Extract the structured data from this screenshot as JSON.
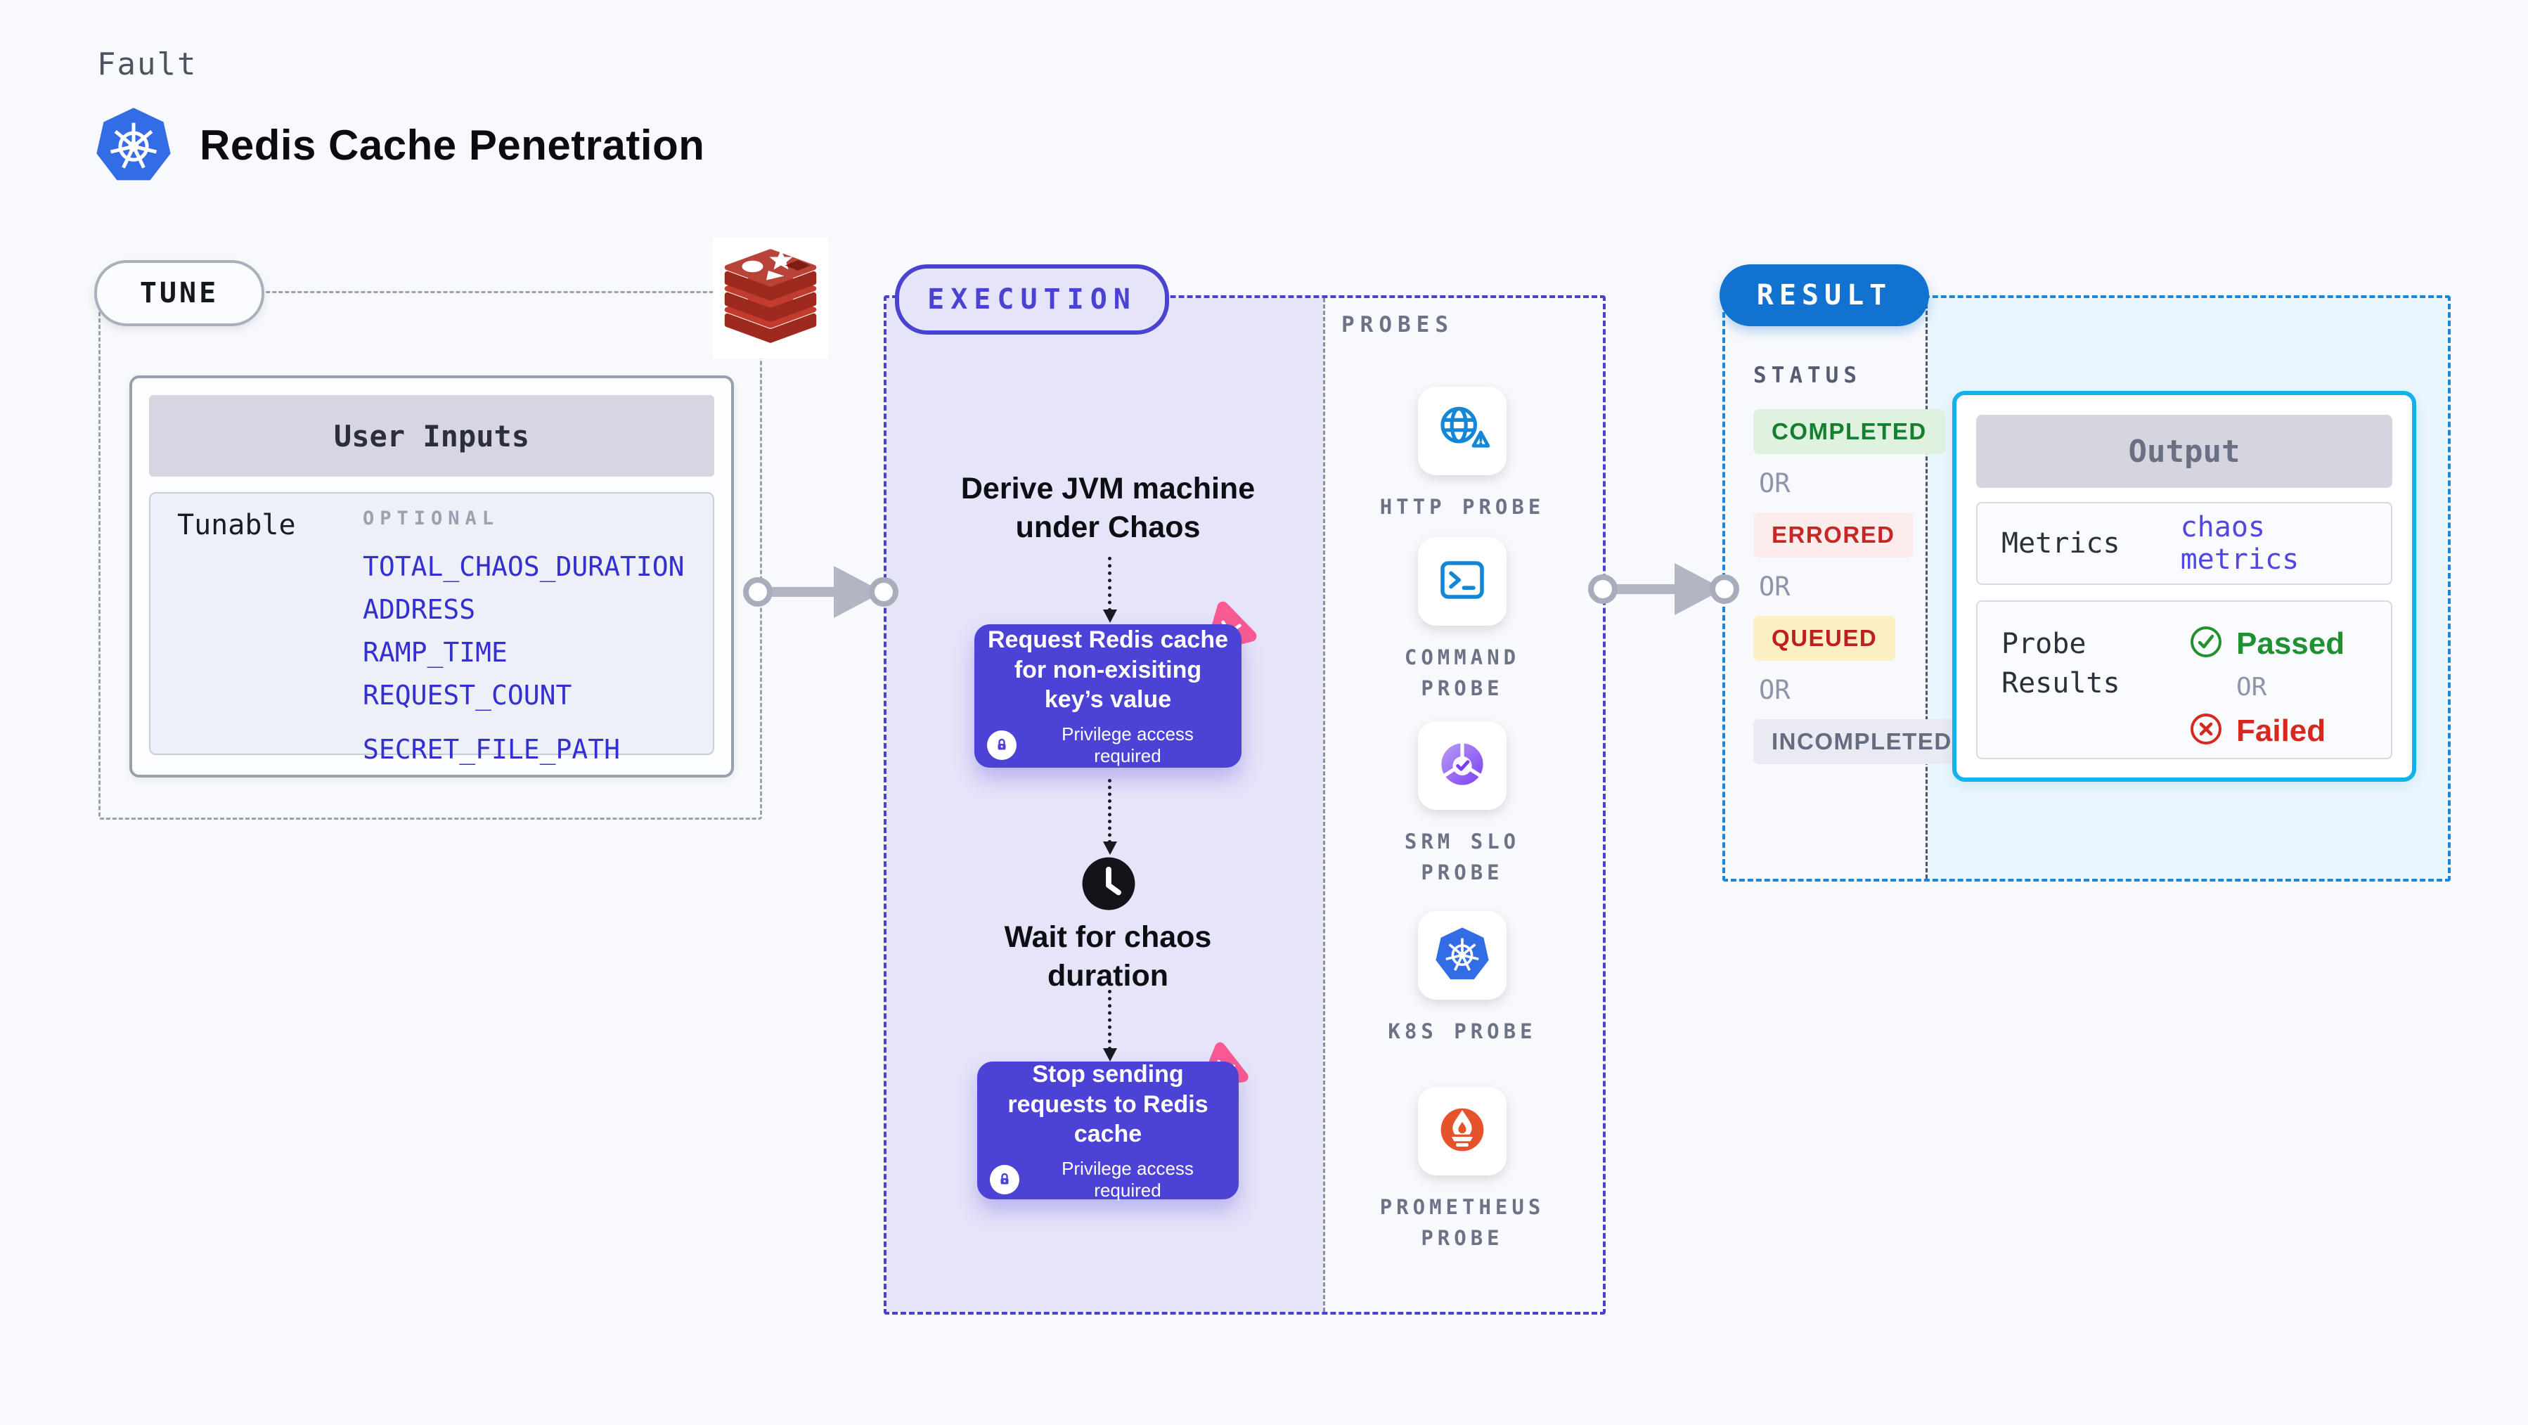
{
  "header": {
    "eyebrow": "Fault",
    "title": "Redis Cache Penetration",
    "title_icon": "kubernetes-icon"
  },
  "tune": {
    "label": "TUNE",
    "target_icon": "redis-icon",
    "user_inputs": {
      "title": "User Inputs",
      "row_label": "Tunable",
      "group_label": "OPTIONAL",
      "variables": [
        "TOTAL_CHAOS_DURATION",
        "ADDRESS",
        "RAMP_TIME",
        "REQUEST_COUNT",
        "SECRET_FILE_PATH"
      ]
    }
  },
  "execution": {
    "label": "EXECUTION",
    "step1_title": "Derive JVM machine under Chaos",
    "step2_title": "Request Redis cache for non-exisiting key’s value",
    "step3_title": "Wait for chaos duration",
    "step4_title": "Stop sending requests to Redis cache",
    "privilege_note": "Privilege access required"
  },
  "probes": {
    "label": "PROBES",
    "items": [
      {
        "name": "HTTP PROBE",
        "icon": "globe-alert-icon"
      },
      {
        "name": "COMMAND PROBE",
        "icon": "terminal-icon"
      },
      {
        "name": "SRM SLO PROBE",
        "icon": "slo-donut-icon"
      },
      {
        "name": "K8S PROBE",
        "icon": "kubernetes-icon"
      },
      {
        "name": "PROMETHEUS PROBE",
        "icon": "prometheus-flame-icon"
      }
    ]
  },
  "result": {
    "label": "RESULT",
    "status_label": "STATUS",
    "or_label": "OR",
    "statuses": [
      {
        "text": "COMPLETED",
        "kind": "completed"
      },
      {
        "text": "ERRORED",
        "kind": "errored"
      },
      {
        "text": "QUEUED",
        "kind": "queued"
      },
      {
        "text": "INCOMPLETED",
        "kind": "incompleted"
      }
    ],
    "output": {
      "title": "Output",
      "metrics_label": "Metrics",
      "metrics_value": "chaos metrics",
      "probe_results_label": "Probe Results",
      "passed_label": "Passed",
      "failed_label": "Failed"
    }
  },
  "colors": {
    "page_bg": "#f8f9fc",
    "accent_purple": "#4c42d6",
    "lavender_bg": "#e6e4f9",
    "execution_border": "#4842cf",
    "result_blue": "#1173cf",
    "result_dash_border": "#1b86da",
    "output_border": "#14b2ea",
    "cyan_bg": "#e9f6fd",
    "link_blue": "#332fd0",
    "success_green": "#1f9131",
    "error_red": "#d5281f",
    "queued_bg": "#fcf0c4",
    "kubernetes_blue": "#326de6",
    "redis_red": "#c23b2e",
    "prometheus_orange": "#e6522c",
    "chaos_pink": "#fa5a92"
  }
}
